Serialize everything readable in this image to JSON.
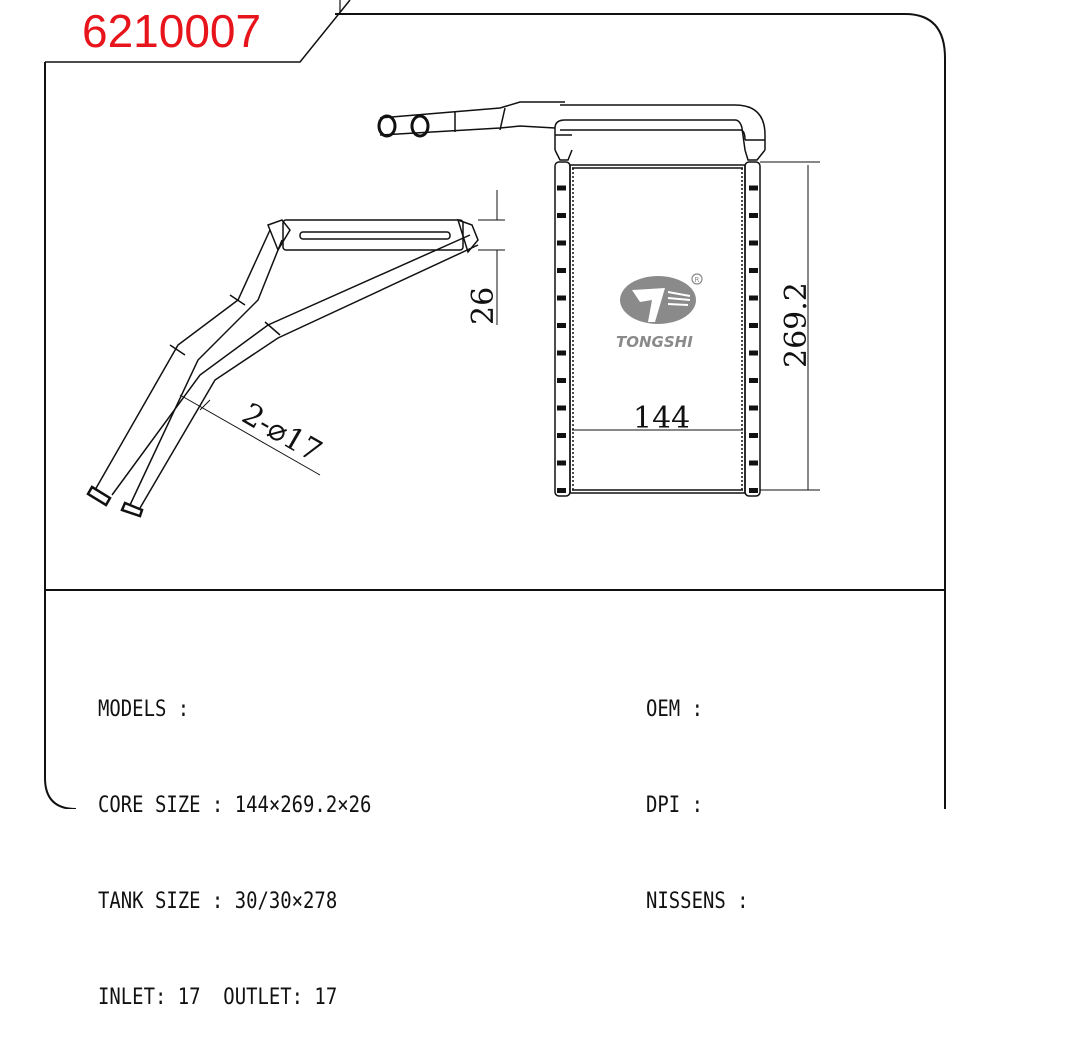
{
  "part_number": "6210007",
  "brand_logo": {
    "name": "TONGSHI",
    "registered_mark": "R"
  },
  "dimensions": {
    "core_width": "144",
    "core_height": "269.2",
    "core_depth": "26",
    "pipe_spec": "2-⌀17"
  },
  "specs_left": [
    {
      "label": "MODELS :",
      "value": ""
    },
    {
      "label": "CORE SIZE : ",
      "value": "144×269.2×26"
    },
    {
      "label": "TANK SIZE : ",
      "value": "30/30×278"
    },
    {
      "label": "INLET: 17  OUTLET: 17",
      "value": ""
    }
  ],
  "specs_right": [
    {
      "label": "OEM :"
    },
    {
      "label": "DPI :"
    },
    {
      "label": "NISSENS :"
    }
  ],
  "colors": {
    "part_number": "#e8141b",
    "logo": "#8a8a8a"
  }
}
